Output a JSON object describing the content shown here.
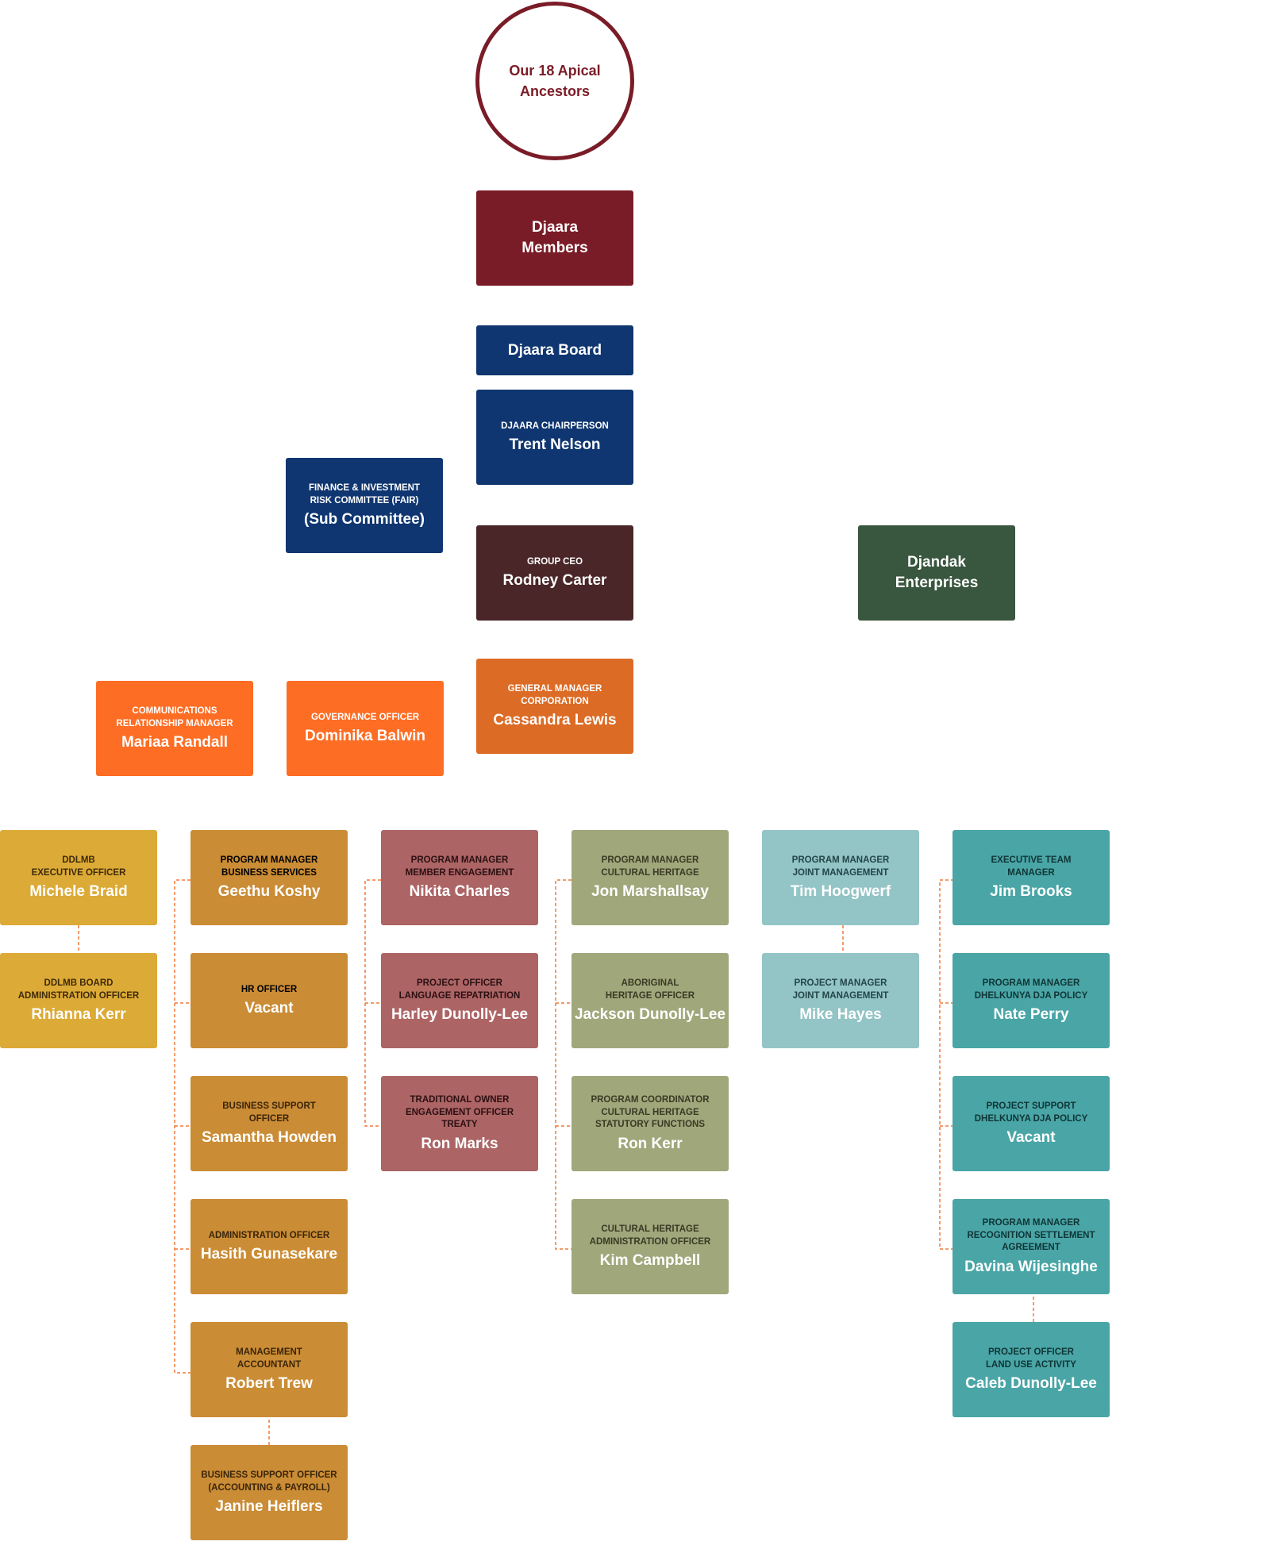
{
  "ancestors": {
    "label": "Our 18 Apical\nAncestors"
  },
  "members": {
    "label": "Djaara\nMembers"
  },
  "board": {
    "label": "Djaara Board"
  },
  "chair": {
    "title": "DJAARA CHAIRPERSON",
    "name": "Trent Nelson"
  },
  "fair": {
    "title": "FINANCE & INVESTMENT\nRISK COMMITTEE (FAIR)",
    "name": "(Sub Committee)"
  },
  "ceo": {
    "title": "GROUP CEO",
    "name": "Rodney Carter"
  },
  "djandak": {
    "label": "Djandak\nEnterprises"
  },
  "gm": {
    "title": "GENERAL MANAGER\nCORPORATION",
    "name": "Cassandra Lewis"
  },
  "comms": {
    "title": "COMMUNICATIONS\nRELATIONSHIP MANAGER",
    "name": "Mariaa Randall"
  },
  "governance": {
    "title": "GOVERNANCE OFFICER",
    "name": "Dominika Balwin"
  },
  "col1": [
    {
      "title": "DDLMB\nEXECUTIVE  OFFICER",
      "name": "Michele Braid"
    },
    {
      "title": "DDLMB BOARD\nADMINISTRATION OFFICER",
      "name": "Rhianna Kerr"
    }
  ],
  "col2": [
    {
      "title": "PROGRAM MANAGER\nBUSINESS SERVICES",
      "name": "Geethu Koshy"
    },
    {
      "title": "HR OFFICER",
      "name": "Vacant"
    },
    {
      "title": "BUSINESS SUPPORT\nOFFICER",
      "name": "Samantha Howden"
    },
    {
      "title": "ADMINISTRATION OFFICER",
      "name": "Hasith Gunasekare"
    },
    {
      "title": "MANAGEMENT\nACCOUNTANT",
      "name": "Robert Trew"
    },
    {
      "title": "BUSINESS SUPPORT OFFICER\n(ACCOUNTING & PAYROLL)",
      "name": "Janine Heiflers"
    }
  ],
  "col3": [
    {
      "title": "PROGRAM MANAGER\nMEMBER ENGAGEMENT",
      "name": "Nikita Charles"
    },
    {
      "title": "PROJECT OFFICER\nLANGUAGE REPATRIATION",
      "name": "Harley Dunolly-Lee"
    },
    {
      "title": "TRADITIONAL OWNER\nENGAGEMENT OFFICER\nTREATY",
      "name": "Ron Marks"
    }
  ],
  "col4": [
    {
      "title": "PROGRAM MANAGER\nCULTURAL HERITAGE",
      "name": "Jon Marshallsay"
    },
    {
      "title": "ABORIGINAL\nHERITAGE OFFICER",
      "name": "Jackson Dunolly-Lee"
    },
    {
      "title": "PROGRAM COORDINATOR\nCULTURAL HERITAGE\nSTATUTORY FUNCTIONS",
      "name": "Ron Kerr"
    },
    {
      "title": "CULTURAL HERITAGE\nADMINISTRATION OFFICER",
      "name": "Kim Campbell"
    }
  ],
  "col5": [
    {
      "title": "PROGRAM MANAGER\nJOINT MANAGEMENT",
      "name": "Tim Hoogwerf"
    },
    {
      "title": "PROJECT MANAGER\nJOINT MANAGEMENT",
      "name": "Mike Hayes"
    }
  ],
  "col6": [
    {
      "title": "EXECUTIVE TEAM\nMANAGER",
      "name": "Jim Brooks"
    },
    {
      "title": "PROGRAM MANAGER\nDHELKUNYA DJA POLICY",
      "name": "Nate Perry"
    },
    {
      "title": "PROJECT SUPPORT\nDHELKUNYA DJA POLICY",
      "name": "Vacant"
    },
    {
      "title": "PROGRAM MANAGER\nRECOGNITION SETTLEMENT\nAGREEMENT",
      "name": "Davina Wijesinghe"
    },
    {
      "title": "PROJECT OFFICER\nLAND USE ACTIVITY",
      "name": "Caleb Dunolly-Lee"
    }
  ],
  "colors": {
    "connector": "#f07a3a",
    "maroon": "#7a1c27",
    "navy": "#0f3670",
    "mustard": "#dcaa36",
    "ochre": "#ca8c35",
    "rose": "#ac6465",
    "sage": "#a0a77b",
    "light_teal": "#93c4c6",
    "teal": "#4aa5a6",
    "orange": "#fd6d24",
    "green": "#39563e"
  }
}
